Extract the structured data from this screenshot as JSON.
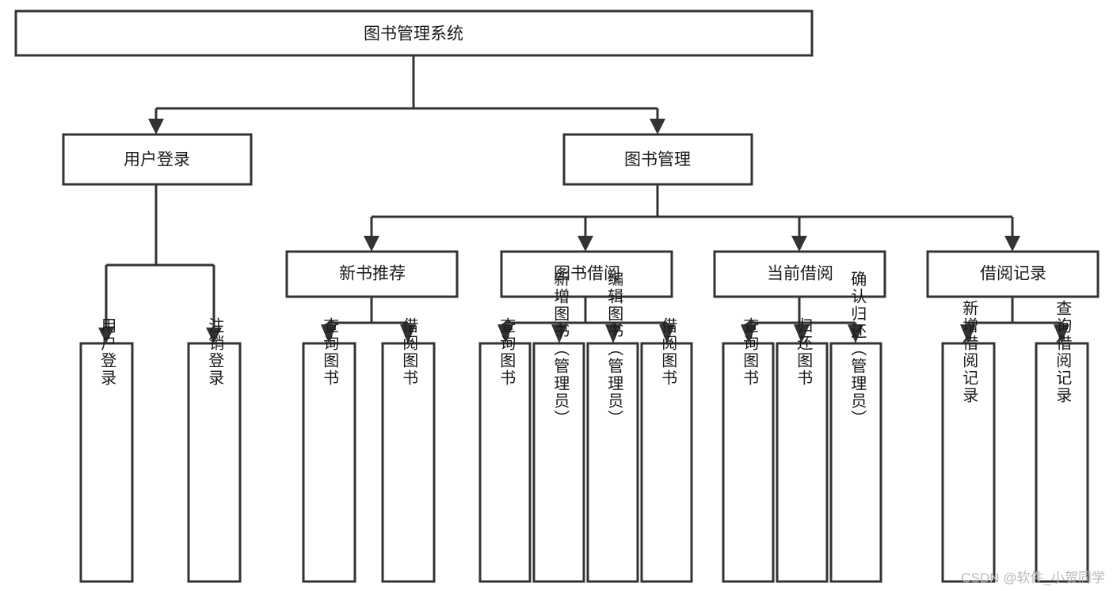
{
  "diagram": {
    "type": "tree-hierarchy",
    "title": "图书管理系统",
    "watermark": "CSDN @软件_小贺同学",
    "colors": {
      "stroke": "#333333",
      "fill": "#ffffff",
      "text": "#1a1a1a",
      "watermark": "#b9b9b9"
    },
    "levels": {
      "root": {
        "label": "图书管理系统"
      },
      "level2": [
        {
          "label": "用户登录"
        },
        {
          "label": "图书管理"
        }
      ],
      "level3": [
        {
          "label": "新书推荐"
        },
        {
          "label": "图书借阅"
        },
        {
          "label": "当前借阅"
        },
        {
          "label": "借阅记录"
        }
      ],
      "leaves": {
        "user_login": [
          {
            "label": "用户登录"
          },
          {
            "label": "注销登录"
          }
        ],
        "new_book_recommend": [
          {
            "label": "查询图书"
          },
          {
            "label": "借阅图书"
          }
        ],
        "book_borrow": [
          {
            "label": "查询图书"
          },
          {
            "label": "新增图书（管理员）"
          },
          {
            "label": "编辑图书（管理员）"
          },
          {
            "label": "借阅图书"
          }
        ],
        "current_borrow": [
          {
            "label": "查询图书"
          },
          {
            "label": "归还图书"
          },
          {
            "label": "确认归还（管理员）"
          }
        ],
        "borrow_record": [
          {
            "label": "新增借阅记录"
          },
          {
            "label": "查询借阅记录"
          }
        ]
      }
    }
  }
}
